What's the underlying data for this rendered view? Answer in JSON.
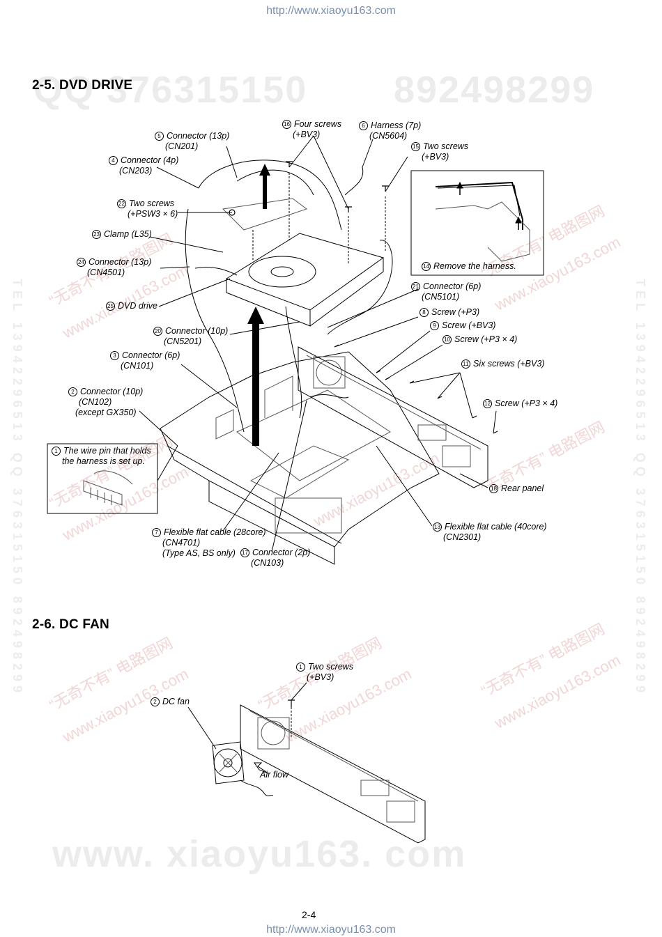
{
  "header": {
    "url": "http://www.xiaoyu163.com"
  },
  "footer": {
    "url": "http://www.xiaoyu163.com",
    "page_number": "2-4"
  },
  "watermarks": {
    "qq_top": "QQ 376315150",
    "num_top": "892498299",
    "bottom": "www. xiaoyu163. com",
    "left_vertical": "TEL 13942296513 QQ 376315150 892498299",
    "right_vertical": "TEL 13942296513 QQ 376315150 892498299",
    "cn": "“无奇不有”  电路图网",
    "cn_url": "www.xiaoyu163.com"
  },
  "section_dvd": {
    "title": "2-5.  DVD DRIVE",
    "labels": [
      {
        "id": "l5",
        "num": "5",
        "lines": [
          "Connector (13p)",
          "(CN201)"
        ]
      },
      {
        "id": "l4",
        "num": "4",
        "lines": [
          "Connector (4p)",
          "(CN203)"
        ]
      },
      {
        "id": "l22",
        "num": "22",
        "lines": [
          "Two screws",
          "(+PSW3 × 6)"
        ]
      },
      {
        "id": "l23",
        "num": "23",
        "lines": [
          "Clamp (L35)"
        ]
      },
      {
        "id": "l24",
        "num": "24",
        "lines": [
          "Connector (13p)",
          "(CN4501)"
        ]
      },
      {
        "id": "l25",
        "num": "25",
        "lines": [
          "DVD drive"
        ]
      },
      {
        "id": "l20",
        "num": "20",
        "lines": [
          "Connector (10p)",
          "(CN5201)"
        ]
      },
      {
        "id": "l3",
        "num": "3",
        "lines": [
          "Connector (6p)",
          "(CN101)"
        ]
      },
      {
        "id": "l2",
        "num": "2",
        "lines": [
          "Connector (10p)",
          "(CN102)",
          "(except GX350)"
        ]
      },
      {
        "id": "l16",
        "num": "16",
        "lines": [
          "Four screws",
          "(+BV3)"
        ]
      },
      {
        "id": "l6",
        "num": "6",
        "lines": [
          "Harness (7p)",
          "(CN5604)"
        ]
      },
      {
        "id": "l15",
        "num": "15",
        "lines": [
          "Two screws",
          "(+BV3)"
        ]
      },
      {
        "id": "l14",
        "num": "14",
        "lines": [
          "Remove the harness."
        ]
      },
      {
        "id": "l21",
        "num": "21",
        "lines": [
          "Connector (6p)",
          "(CN5101)"
        ]
      },
      {
        "id": "l8",
        "num": "8",
        "lines": [
          "Screw (+P3)"
        ]
      },
      {
        "id": "l9",
        "num": "9",
        "lines": [
          "Screw (+BV3)"
        ]
      },
      {
        "id": "l10",
        "num": "10",
        "lines": [
          "Screw (+P3 × 4)"
        ]
      },
      {
        "id": "l11",
        "num": "11",
        "lines": [
          "Six screws (+BV3)"
        ]
      },
      {
        "id": "l12",
        "num": "12",
        "lines": [
          "Screw (+P3 × 4)"
        ]
      },
      {
        "id": "l18",
        "num": "18",
        "lines": [
          "Rear panel"
        ]
      },
      {
        "id": "l13",
        "num": "13",
        "lines": [
          "Flexible flat cable (40core)",
          "(CN2301)"
        ]
      },
      {
        "id": "l7",
        "num": "7",
        "lines": [
          "Flexible flat cable (28core)",
          "(CN4701)",
          "(Type AS, BS only)"
        ]
      },
      {
        "id": "l17",
        "num": "17",
        "lines": [
          "Connector (2p)",
          "(CN103)"
        ]
      },
      {
        "id": "l1",
        "num": "1",
        "lines": [
          "The wire pin that holds",
          "the harness is set up."
        ]
      }
    ]
  },
  "section_fan": {
    "title": "2-6.  DC FAN",
    "labels": [
      {
        "id": "f1",
        "num": "1",
        "lines": [
          "Two screws",
          "(+BV3)"
        ]
      },
      {
        "id": "f2",
        "num": "2",
        "lines": [
          "DC fan"
        ]
      }
    ],
    "airflow": "Air flow"
  }
}
